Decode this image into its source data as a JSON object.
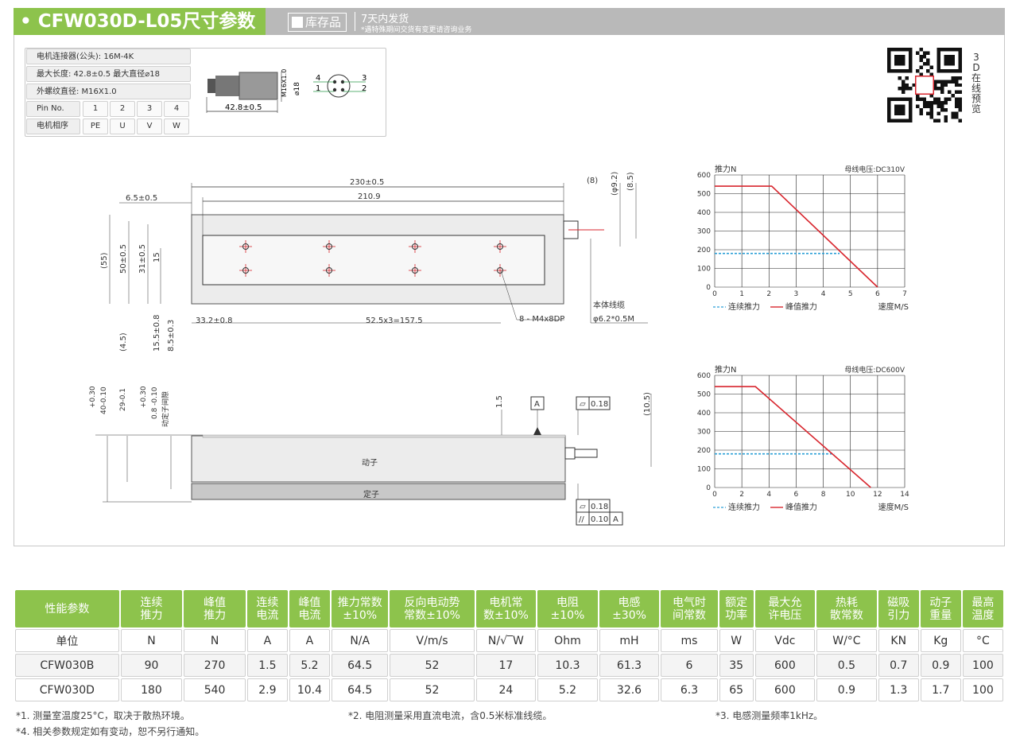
{
  "header": {
    "title": "• CFW030D-L05尺寸参数",
    "stock": "库存品",
    "ship_main": "7天内发货",
    "ship_note": "*遇特殊期间交货有变更请咨询业务"
  },
  "connector": {
    "rows": [
      "电机连接器(公头): 16M-4K",
      "最大长度:  42.8±0.5   最大直径⌀18",
      "外螺纹直径:  M16X1.0"
    ],
    "pin_label": "Pin No.",
    "pins": [
      "1",
      "2",
      "3",
      "4"
    ],
    "phase_label": "电机相序",
    "phases": [
      "PE",
      "U",
      "V",
      "W"
    ],
    "drawing": {
      "length": "42.8±0.5",
      "thread": "M16X1.0",
      "diameter": "⌀18",
      "pin_numbers": [
        "4",
        "3",
        "1",
        "2"
      ]
    }
  },
  "qr": {
    "label": [
      "3",
      "D",
      "在",
      "线",
      "预",
      "览"
    ]
  },
  "top_view": {
    "dims": {
      "total_length": "230±0.5",
      "inner_length": "210.9",
      "left_offset": "6.5±0.5",
      "right_8": "(8)",
      "phi92": "(φ9.2)",
      "d85": "(8.5)",
      "height_55": "(55)",
      "h50": "50±0.5",
      "h31": "31±0.5",
      "h15": "15",
      "d45": "(4.5)",
      "d155": "15.5±0.8",
      "d85b": "8.5±0.3",
      "x332": "33.2±0.8",
      "pitch": "52.5x3=157.5",
      "holes": "8 - M4x8DP",
      "cable_label": "本体线缆",
      "cable_spec": "φ6.2*0.5M"
    }
  },
  "side_view": {
    "mover_label": "动子",
    "stator_label": "定子",
    "d40_tol": "+0.30",
    "d40": "40-0.10",
    "d29": "29-0.1",
    "d08_tol": "+0.30",
    "d08": "0.8 -0.10",
    "gap": "动定子间隙",
    "d15": "1.5",
    "datum": "A",
    "flat_top": "0.18",
    "d105": "(10.5)",
    "flat_bot": "0.18",
    "parallel": "0.10",
    "parallel_ref": "A"
  },
  "charts_meta": {
    "ylabel": "推力N",
    "xlabel": "速度M/S",
    "legend_cont": "连续推力",
    "legend_peak": "峰值推力",
    "color_cont": "#2a9fd6",
    "color_peak": "#d8262e"
  },
  "chart_data": [
    {
      "type": "line",
      "title": "母线电压:DC310V",
      "xlabel": "速度M/S",
      "ylabel": "推力N",
      "xlim": [
        0,
        7
      ],
      "ylim": [
        0,
        600
      ],
      "xticks": [
        0,
        1,
        2,
        3,
        4,
        5,
        6,
        7
      ],
      "yticks": [
        0,
        100,
        200,
        300,
        400,
        500,
        600
      ],
      "grid": true,
      "legend_position": "bottom-left",
      "series": [
        {
          "name": "连续推力",
          "style": "dashed",
          "x": [
            0,
            4.6
          ],
          "y": [
            180,
            180
          ]
        },
        {
          "name": "峰值推力",
          "style": "solid",
          "x": [
            0,
            2.1,
            6.0
          ],
          "y": [
            540,
            540,
            0
          ]
        }
      ]
    },
    {
      "type": "line",
      "title": "母线电压:DC600V",
      "xlabel": "速度M/S",
      "ylabel": "推力N",
      "xlim": [
        0,
        14
      ],
      "ylim": [
        0,
        600
      ],
      "xticks": [
        0,
        2,
        4,
        6,
        8,
        10,
        12,
        14
      ],
      "yticks": [
        0,
        100,
        200,
        300,
        400,
        500,
        600
      ],
      "grid": true,
      "legend_position": "bottom-left",
      "series": [
        {
          "name": "连续推力",
          "style": "dashed",
          "x": [
            0,
            8.8
          ],
          "y": [
            180,
            180
          ]
        },
        {
          "name": "峰值推力",
          "style": "solid",
          "x": [
            0,
            3.0,
            11.5
          ],
          "y": [
            540,
            540,
            0
          ]
        }
      ]
    }
  ],
  "table": {
    "headers": [
      "性能参数",
      "连续\n推力",
      "峰值\n推力",
      "连续\n电流",
      "峰值\n电流",
      "推力常数\n±10%",
      "反向电动势\n常数±10%",
      "电机常\n数±10%",
      "电阻\n±10%",
      "电感\n±30%",
      "电气时\n间常数",
      "额定\n功率",
      "最大允\n许电压",
      "热耗\n散常数",
      "磁吸\n引力",
      "动子\n重量",
      "最高\n温度"
    ],
    "rows": [
      [
        "单位",
        "N",
        "N",
        "A",
        "A",
        "N/A",
        "V/m/s",
        "N/√‾W",
        "Ohm",
        "mH",
        "ms",
        "W",
        "Vdc",
        "W/°C",
        "KN",
        "Kg",
        "°C"
      ],
      [
        "CFW030B",
        "90",
        "270",
        "1.5",
        "5.2",
        "64.5",
        "52",
        "17",
        "10.3",
        "61.3",
        "6",
        "35",
        "600",
        "0.5",
        "0.7",
        "0.9",
        "100"
      ],
      [
        "CFW030D",
        "180",
        "540",
        "2.9",
        "10.4",
        "64.5",
        "52",
        "24",
        "5.2",
        "32.6",
        "6.3",
        "65",
        "600",
        "0.9",
        "1.3",
        "1.7",
        "100"
      ]
    ]
  },
  "notes": [
    "*1. 测量室温度25°C，取决于散热环境。",
    "*2. 电阻测量采用直流电流，含0.5米标准线缆。",
    "*3. 电感测量频率1kHz。",
    "*4. 相关参数规定如有变动，恕不另行通知。"
  ]
}
